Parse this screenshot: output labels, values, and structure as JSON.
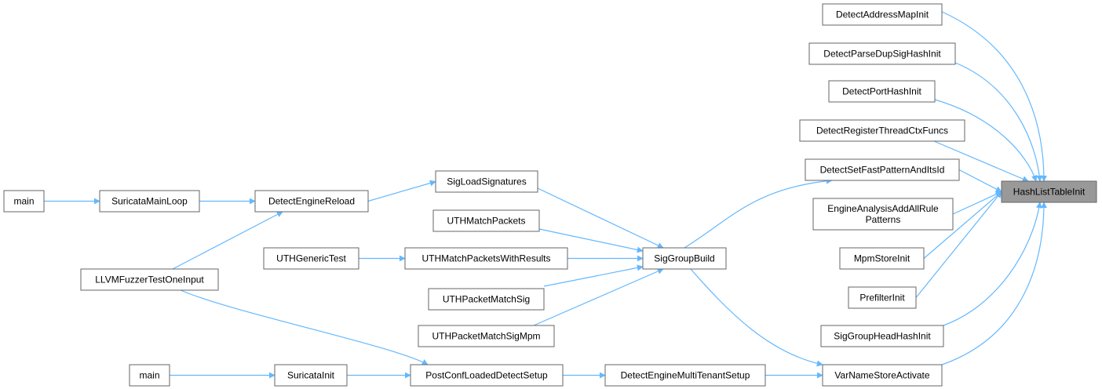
{
  "graph": {
    "nodes": [
      {
        "id": "n_hash",
        "label": "HashListTableInit",
        "focus": true
      },
      {
        "id": "n_dami",
        "label": "DetectAddressMapInit"
      },
      {
        "id": "n_dpdup",
        "label": "DetectParseDupSigHashInit"
      },
      {
        "id": "n_dphi",
        "label": "DetectPortHashInit"
      },
      {
        "id": "n_drtcf",
        "label": "DetectRegisterThreadCtxFuncs"
      },
      {
        "id": "n_dsfp",
        "label": "DetectSetFastPatternAndItsId"
      },
      {
        "id": "n_eaa",
        "label": [
          "EngineAnalysisAddAllRule",
          "Patterns"
        ]
      },
      {
        "id": "n_mpm",
        "label": "MpmStoreInit"
      },
      {
        "id": "n_pre",
        "label": "PrefilterInit"
      },
      {
        "id": "n_sghh",
        "label": "SigGroupHeadHashInit"
      },
      {
        "id": "n_vnsa",
        "label": "VarNameStoreActivate"
      },
      {
        "id": "n_sgb",
        "label": "SigGroupBuild"
      },
      {
        "id": "n_sls",
        "label": "SigLoadSignatures"
      },
      {
        "id": "n_uthmp",
        "label": "UTHMatchPackets"
      },
      {
        "id": "n_uthmpr",
        "label": "UTHMatchPacketsWithResults"
      },
      {
        "id": "n_uthpms",
        "label": "UTHPacketMatchSig"
      },
      {
        "id": "n_uthpmsm",
        "label": "UTHPacketMatchSigMpm"
      },
      {
        "id": "n_uthgt",
        "label": "UTHGenericTest"
      },
      {
        "id": "n_der",
        "label": "DetectEngineReload"
      },
      {
        "id": "n_sml",
        "label": "SuricataMainLoop"
      },
      {
        "id": "n_main1",
        "label": "main"
      },
      {
        "id": "n_llvm",
        "label": "LLVMFuzzerTestOneInput"
      },
      {
        "id": "n_demts",
        "label": "DetectEngineMultiTenantSetup"
      },
      {
        "id": "n_pclds",
        "label": "PostConfLoadedDetectSetup"
      },
      {
        "id": "n_si",
        "label": "SuricataInit"
      },
      {
        "id": "n_main2",
        "label": "main"
      }
    ],
    "edges": [
      [
        "n_dami",
        "n_hash"
      ],
      [
        "n_dpdup",
        "n_hash"
      ],
      [
        "n_dphi",
        "n_hash"
      ],
      [
        "n_drtcf",
        "n_hash"
      ],
      [
        "n_dsfp",
        "n_hash"
      ],
      [
        "n_eaa",
        "n_hash"
      ],
      [
        "n_mpm",
        "n_hash"
      ],
      [
        "n_pre",
        "n_hash"
      ],
      [
        "n_sghh",
        "n_hash"
      ],
      [
        "n_vnsa",
        "n_hash"
      ],
      [
        "n_sgb",
        "n_dsfp"
      ],
      [
        "n_sgb",
        "n_vnsa"
      ],
      [
        "n_sls",
        "n_sgb"
      ],
      [
        "n_uthmp",
        "n_sgb"
      ],
      [
        "n_uthmpr",
        "n_sgb"
      ],
      [
        "n_uthpms",
        "n_sgb"
      ],
      [
        "n_uthpmsm",
        "n_sgb"
      ],
      [
        "n_uthgt",
        "n_uthmpr"
      ],
      [
        "n_der",
        "n_sls"
      ],
      [
        "n_sml",
        "n_der"
      ],
      [
        "n_main1",
        "n_sml"
      ],
      [
        "n_llvm",
        "n_der"
      ],
      [
        "n_llvm",
        "n_pclds"
      ],
      [
        "n_demts",
        "n_vnsa"
      ],
      [
        "n_pclds",
        "n_demts"
      ],
      [
        "n_si",
        "n_pclds"
      ],
      [
        "n_main2",
        "n_si"
      ]
    ]
  },
  "colors": {
    "edge": "#63b8ff",
    "node_border": "#666666",
    "focus_fill": "#999999"
  }
}
